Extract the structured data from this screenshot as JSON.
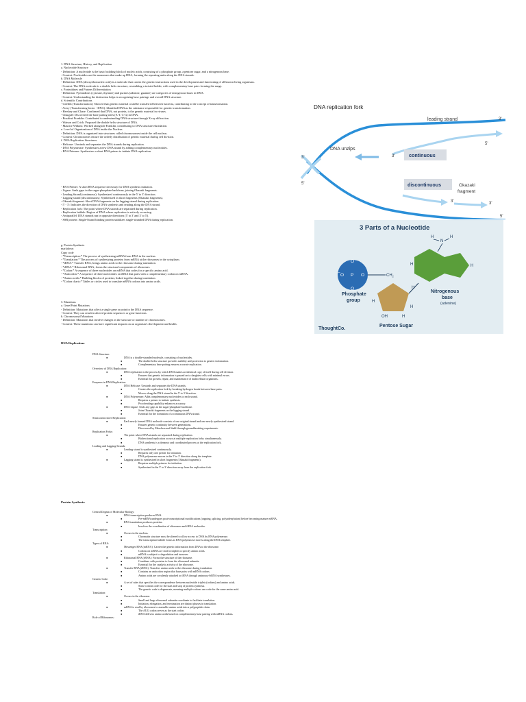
{
  "notes_intro": [
    "1. DNA Structure, History, and Replication",
    "a. Nucleotide Structure",
    "- Definition: A nucleotide is the basic building block of nucleic acids, consisting of a phosphate group, a pentose sugar, and a nitrogenous base.",
    "- Context: Nucleotides are the monomers that make up DNA, forming the repeating units along the DNA strands.",
    "b. DNA Molecule",
    "- Definition: DNA (deoxyribonucleic acid) is a molecule that carries the genetic instructions used in the development and functioning of all known living organisms.",
    "- Context: The DNA molecule is a double helix structure, resembling a twisted ladder, with complementary base pairs forming the rungs.",
    "c. Pyrimidines and Purines Differentiation",
    "- Definition: Pyrimidines (cytosine, thymine) and purines (adenine, guanine) are categories of nitrogenous bases in DNA.",
    "- Context: Understanding the distinction helps in recognizing base pairings and overall DNA structure.",
    "d. Scientific Contributions",
    "- Griffith (Transformation): Showed that genetic material could be transferred between bacteria, contributing to the concept of transformation.",
    "- Avery (Transforming factor - DNA): Identified DNA as the substance responsible for genetic transformation.",
    "- Hershey and Chase: Confirmed that DNA, not protein, is the genetic material in viruses.",
    "- Chargaff: Discovered the base pairing rules (A-T, C-G) in DNA.",
    "- Rosalind Franklin: Contributed to understanding DNA structure through X-ray diffraction.",
    "- Watson and Crick: Proposed the double helix structure of DNA.",
    "- Maurice Wilkins: Worked alongside Franklin, contributing to DNA structure elucidation.",
    "e. Level of Organization of DNA inside the Nucleus",
    "- Definition: DNA is organized into structures called chromosomes inside the cell nucleus.",
    "- Context: Chromosomes ensure the orderly distribution of genetic material during cell division.",
    "f. DNA Replication Structures:",
    "- Helicase: Unwinds and separates the DNA strands during replication.",
    "- DNA Polymerase: Synthesizes a new DNA strand by adding complementary nucleotides.",
    "- RNA Primase: Synthesizes a short RNA primer to initiate DNA replication."
  ],
  "notes_replication_terms": [
    "- RNA Primer: A short RNA sequence necessary for DNA synthesis initiation.",
    "- Ligase: Seals gaps in the sugar-phosphate backbone, joining Okazaki fragments.",
    "- Leading Strand (continuous): Synthesized continuously in the 5' to 3' direction.",
    "- Lagging strand (discontinuous): Synthesized in short fragments (Okazaki fragments).",
    "- Okazaki fragment: Short DNA fragments on the lagging strand during replication.",
    "- 5' - 3': Indicates the direction of DNA synthesis and reading along the DNA strand.",
    "- Replication fork: The point where DNA strands are separated during replication.",
    "- Replication bubble: Region of DNA where replication is actively occurring.",
    "- Antiparallel: DNA strands run in opposite directions (5' to 3' and 3' to 5').",
    "- SSB protein: Single-Strand binding protein stabilizes single-stranded DNA during replication."
  ],
  "notes_protein": [
    "g. Protein Synthesis",
    "markdown",
    "Copy code",
    "- *Transcription:* The process of synthesizing mRNA from DNA in the nucleus.",
    "- *Translation:* The process of synthesizing proteins from mRNA at the ribosomes in the cytoplasm.",
    "- *tRNA:* Transfer RNA, brings amino acids to the ribosome during translation.",
    "- *rRNA:* Ribosomal RNA, forms the structural components of ribosomes.",
    "- *Codon:* A sequence of three nucleotides on mRNA that codes for a specific amino acid.",
    "- *Anticodon:* A sequence of three nucleotides on tRNA that pairs with a complementary codon on mRNA.",
    "- *Amino acids:* Building blocks of proteins; linked together during translation.",
    "- *Codon charts:* Tables or circles used to translate mRNA codons into amino acids."
  ],
  "notes_mutations": [
    "3. Mutations",
    "a. Gene/Point Mutations",
    "- Definition: Mutations that affect a single gene or point in the DNA sequence.",
    "- Context: They can result in altered protein sequences or gene functions.",
    "b. Chromosomal Mutations",
    "- Definition: Mutations that involve changes in the structure or number of chromosomes.",
    "- Context: These mutations can have significant impacts on an organism's development and health."
  ],
  "replication_heading": "DNA Replication:",
  "replication_outline": [
    {
      "level": 0,
      "text": "DNA Structure:"
    },
    {
      "level": 1,
      "text": "DNA is a double-stranded molecule, consisting of nucleotides."
    },
    {
      "level": 2,
      "text": "The double helix structure provides stability and protection to genetic information."
    },
    {
      "level": 2,
      "text": "Complementary base pairing ensures accurate replication."
    },
    {
      "level": 0,
      "text": "Overview of DNA Replication:"
    },
    {
      "level": 1,
      "text": "DNA replication is the process by which DNA makes an identical copy of itself during cell division."
    },
    {
      "level": 2,
      "text": "Ensures that genetic information is passed on to daughter cells with minimal errors."
    },
    {
      "level": 2,
      "text": "Essential for growth, repair, and maintenance of multicellular organisms."
    },
    {
      "level": 0,
      "text": "Enzymes in DNA Replication:"
    },
    {
      "level": 1,
      "text": "DNA Helicase: Unwinds and separates the DNA strands."
    },
    {
      "level": 2,
      "text": "Creates the replication fork by breaking hydrogen bonds between base pairs."
    },
    {
      "level": 2,
      "text": "Moves along the DNA strand in the 5' to 3' direction."
    },
    {
      "level": 1,
      "text": "DNA Polymerase: Adds complementary nucleotides to each strand."
    },
    {
      "level": 2,
      "text": "Requires a primer to initiate synthesis."
    },
    {
      "level": 2,
      "text": "Proofreading capability enhances accuracy."
    },
    {
      "level": 1,
      "text": "DNA Ligase: Seals any gaps in the sugar-phosphate backbone."
    },
    {
      "level": 2,
      "text": "Joins Okazaki fragments on the lagging strand."
    },
    {
      "level": 2,
      "text": "Essential for the formation of a continuous DNA strand."
    },
    {
      "level": 0,
      "text": "Semiconservative Replication:"
    },
    {
      "level": 1,
      "text": "Each newly formed DNA molecule consists of one original strand and one newly synthesized strand."
    },
    {
      "level": 2,
      "text": "Ensures genetic continuity between generations."
    },
    {
      "level": 2,
      "text": "Discovered by Meselson and Stahl through groundbreaking experiments."
    },
    {
      "level": 0,
      "text": "Replication Forks:"
    },
    {
      "level": 1,
      "text": "The point where DNA strands are separated during replication."
    },
    {
      "level": 2,
      "text": "Bidirectional replication occurs at multiple replication forks simultaneously."
    },
    {
      "level": 2,
      "text": "DNA synthesis is a dynamic and coordinated process at the replication fork."
    },
    {
      "level": 0,
      "text": "Leading and Lagging Strands:"
    },
    {
      "level": 1,
      "text": "Leading strand is synthesized continuously."
    },
    {
      "level": 2,
      "text": "Requires only one primer for initiation."
    },
    {
      "level": 2,
      "text": "DNA polymerase moves in the 5' to 3' direction along the template."
    },
    {
      "level": 1,
      "text": "Lagging strand is synthesized in short fragments (Okazaki fragments)."
    },
    {
      "level": 2,
      "text": "Requires multiple primers for initiation."
    },
    {
      "level": 2,
      "text": "Synthesized in the 5' to 3' direction away from the replication fork."
    }
  ],
  "protein_heading": "Protein Synthesis:",
  "protein_outline": [
    {
      "level": 0,
      "text": "Central Dogma of Molecular Biology:"
    },
    {
      "level": 1,
      "text": "DNA transcription produces RNA."
    },
    {
      "level": 2,
      "text": "Pre-mRNA undergoes post-transcriptional modifications (capping, splicing, polyadenylation) before becoming mature mRNA."
    },
    {
      "level": 1,
      "text": "RNA translation produces proteins."
    },
    {
      "level": 2,
      "text": "Involves the coordination of ribosomes and tRNA molecules."
    },
    {
      "level": 0,
      "text": "Transcription:"
    },
    {
      "level": 1,
      "text": "Occurs in the nucleus."
    },
    {
      "level": 2,
      "text": "Chromatin structure must be altered to allow access to DNA by RNA polymerase."
    },
    {
      "level": 2,
      "text": "The transcription bubble forms as RNA polymerase moves along the DNA template."
    },
    {
      "level": 0,
      "text": "Types of RNA:"
    },
    {
      "level": 1,
      "text": "Messenger RNA (mRNA): Carries the genetic information from DNA to the ribosome."
    },
    {
      "level": 2,
      "text": "Codons on mRNA are read in triplets to specify amino acids."
    },
    {
      "level": 2,
      "text": "mRNA is subject to degradation and turnover."
    },
    {
      "level": 1,
      "text": "Ribosomal RNA (rRNA): Forms the structure of the ribosome."
    },
    {
      "level": 2,
      "text": "Combines with proteins to form the ribosomal subunits."
    },
    {
      "level": 2,
      "text": "Essential for the catalytic activity of the ribosome."
    },
    {
      "level": 1,
      "text": "Transfer RNA (tRNA): Transfers amino acids to the ribosome during translation."
    },
    {
      "level": 2,
      "text": "Contains an anticodon region that base pairs with mRNA codons."
    },
    {
      "level": 2,
      "text": "Amino acids are covalently attached to tRNA through aminoacyl-tRNA synthetases."
    },
    {
      "level": 0,
      "text": "Genetic Code:"
    },
    {
      "level": 1,
      "text": "A set of rules that specifies the correspondence between nucleotide triplets (codons) and amino acids."
    },
    {
      "level": 2,
      "text": "Some codons code for the start and stop of protein synthesis."
    },
    {
      "level": 2,
      "text": "The genetic code is degenerate, meaning multiple codons can code for the same amino acid."
    },
    {
      "level": 0,
      "text": "Translation:"
    },
    {
      "level": 1,
      "text": "Occurs in the ribosome."
    },
    {
      "level": 2,
      "text": "Small and large ribosomal subunits coordinate to facilitate translation."
    },
    {
      "level": 2,
      "text": "Initiation, elongation, and termination are distinct phases in translation."
    },
    {
      "level": 1,
      "text": "mRNA is read by ribosomes to assemble amino acids into a polypeptide chain."
    },
    {
      "level": 2,
      "text": "The AUG codon serves as the start codon."
    },
    {
      "level": 2,
      "text": "tRNA delivers amino acids based on complementary base pairing with mRNA codons."
    },
    {
      "level": 0,
      "text": "Role of Ribosomes:"
    }
  ],
  "fork_figure": {
    "title": "DNA replication fork",
    "leading_strand": "leading strand",
    "dna_unzips": "DNA unzips",
    "continuous": "continuous",
    "discontinuous": "discontinuous",
    "okazaki": [
      "Okazaki",
      "fragment"
    ],
    "prime3": "3'",
    "prime5": "5'",
    "colors": {
      "dark_strand": "#2a8fd8",
      "light_strand": "#a9d4f0",
      "label_box": "#d9dde3",
      "label_text": "#1f3a66"
    }
  },
  "nucleotide_figure": {
    "title": "3 Parts of a Nucleotide",
    "phosphate_label": [
      "Phosphate",
      "group"
    ],
    "base_label": [
      "Nitrogenous",
      "base"
    ],
    "base_sub": "(adenine)",
    "sugar_label": "Pentose Sugar",
    "atoms": {
      "O": "O",
      "P": "P",
      "H": "H",
      "N": "N",
      "OH": "OH",
      "CH2": "CH",
      "CH2_sub": "2",
      "minus": "–"
    },
    "brand": "ThoughtCo.",
    "colors": {
      "panel": "#e3edf2",
      "phosphate": "#2b6cb3",
      "base": "#5a9e3a",
      "sugar": "#c09a55",
      "ink": "#1c3a5a"
    }
  }
}
